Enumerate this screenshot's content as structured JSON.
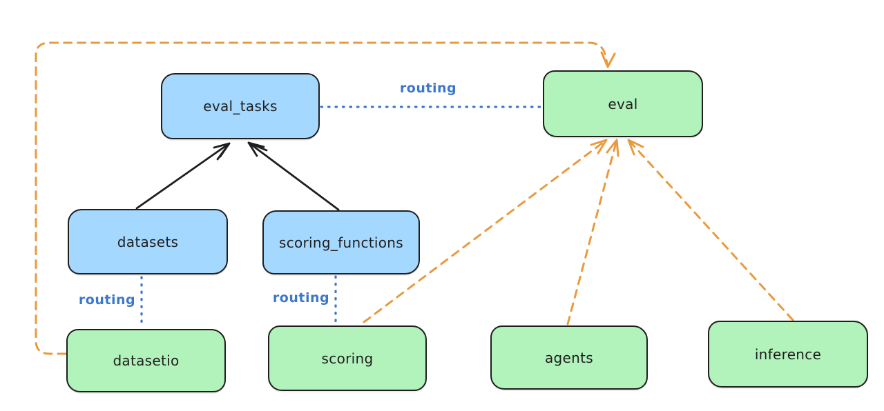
{
  "colors": {
    "background": "#ffffff",
    "node_blue_fill": "#a5d8ff",
    "node_green_fill": "#b2f2bb",
    "node_stroke": "#1e1e1e",
    "routing_blue": "#3c77cc",
    "provider_orange": "#ea9a3e",
    "arrow_black": "#1e1e1e"
  },
  "nodes": {
    "eval_tasks": {
      "label": "eval_tasks",
      "fill": "#a5d8ff"
    },
    "eval": {
      "label": "eval",
      "fill": "#b2f2bb"
    },
    "datasets": {
      "label": "datasets",
      "fill": "#a5d8ff"
    },
    "scoring_functions": {
      "label": "scoring_functions",
      "fill": "#a5d8ff"
    },
    "datasetio": {
      "label": "datasetio",
      "fill": "#b2f2bb"
    },
    "scoring": {
      "label": "scoring",
      "fill": "#b2f2bb"
    },
    "agents": {
      "label": "agents",
      "fill": "#b2f2bb"
    },
    "inference": {
      "label": "inference",
      "fill": "#b2f2bb"
    }
  },
  "edges": [
    {
      "from": "eval_tasks",
      "to": "eval",
      "label": "routing",
      "style": "dotted",
      "color": "#3c77cc",
      "arrow": false
    },
    {
      "from": "datasets",
      "to": "eval_tasks",
      "label": "",
      "style": "solid",
      "color": "#1e1e1e",
      "arrow": true
    },
    {
      "from": "scoring_functions",
      "to": "eval_tasks",
      "label": "",
      "style": "solid",
      "color": "#1e1e1e",
      "arrow": true
    },
    {
      "from": "datasets",
      "to": "datasetio",
      "label": "routing",
      "style": "dotted",
      "color": "#3c77cc",
      "arrow": false
    },
    {
      "from": "scoring_functions",
      "to": "scoring",
      "label": "routing",
      "style": "dotted",
      "color": "#3c77cc",
      "arrow": false
    },
    {
      "from": "datasetio",
      "to": "eval",
      "label": "",
      "style": "dashed",
      "color": "#ea9a3e",
      "arrow": true
    },
    {
      "from": "scoring",
      "to": "eval",
      "label": "",
      "style": "dashed",
      "color": "#ea9a3e",
      "arrow": true
    },
    {
      "from": "agents",
      "to": "eval",
      "label": "",
      "style": "dashed",
      "color": "#ea9a3e",
      "arrow": true
    },
    {
      "from": "inference",
      "to": "eval",
      "label": "",
      "style": "dashed",
      "color": "#ea9a3e",
      "arrow": true
    }
  ]
}
